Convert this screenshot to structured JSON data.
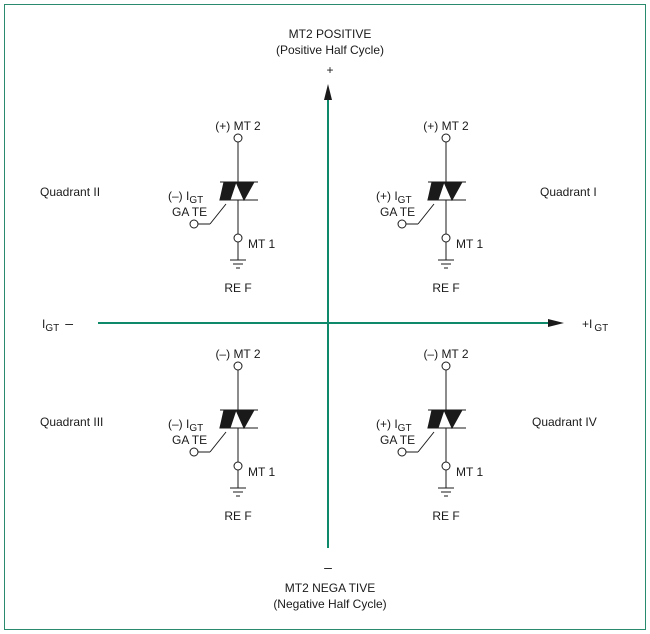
{
  "colors": {
    "axis": "#0e8a6a",
    "ink": "#1a1a1a",
    "border": "#2a8a6e"
  },
  "axis": {
    "top_title": "MT2 POSITIVE",
    "top_subtitle": "(Positive Half Cycle)",
    "top_sign": "+",
    "bottom_sign": "–",
    "bottom_title": "MT2 NEGA   TIVE",
    "bottom_subtitle": "(Negative Half Cycle)",
    "left_label_main": "I",
    "left_label_sub": "GT",
    "left_sign": "–",
    "right_label_main": "+I",
    "right_label_sub": "GT"
  },
  "quadrants": [
    {
      "name": "Quadrant II",
      "mt2": "(+) MT 2",
      "gate_sign": "(–) I",
      "gate_sub": "GT",
      "gate": "GA TE",
      "mt1": "MT 1",
      "ref": "RE F"
    },
    {
      "name": "Quadrant I",
      "mt2": "(+) MT 2",
      "gate_sign": "(+) I",
      "gate_sub": "GT",
      "gate": "GA TE",
      "mt1": "MT 1",
      "ref": "RE F"
    },
    {
      "name": "Quadrant III",
      "mt2": "(–) MT 2",
      "gate_sign": "(–) I",
      "gate_sub": "GT",
      "gate": "GA TE",
      "mt1": "MT 1",
      "ref": "RE F"
    },
    {
      "name": "Quadrant IV",
      "mt2": "(–) MT 2",
      "gate_sign": "(+) I",
      "gate_sub": "GT",
      "gate": "GA TE",
      "mt1": "MT 1",
      "ref": "RE F"
    }
  ]
}
